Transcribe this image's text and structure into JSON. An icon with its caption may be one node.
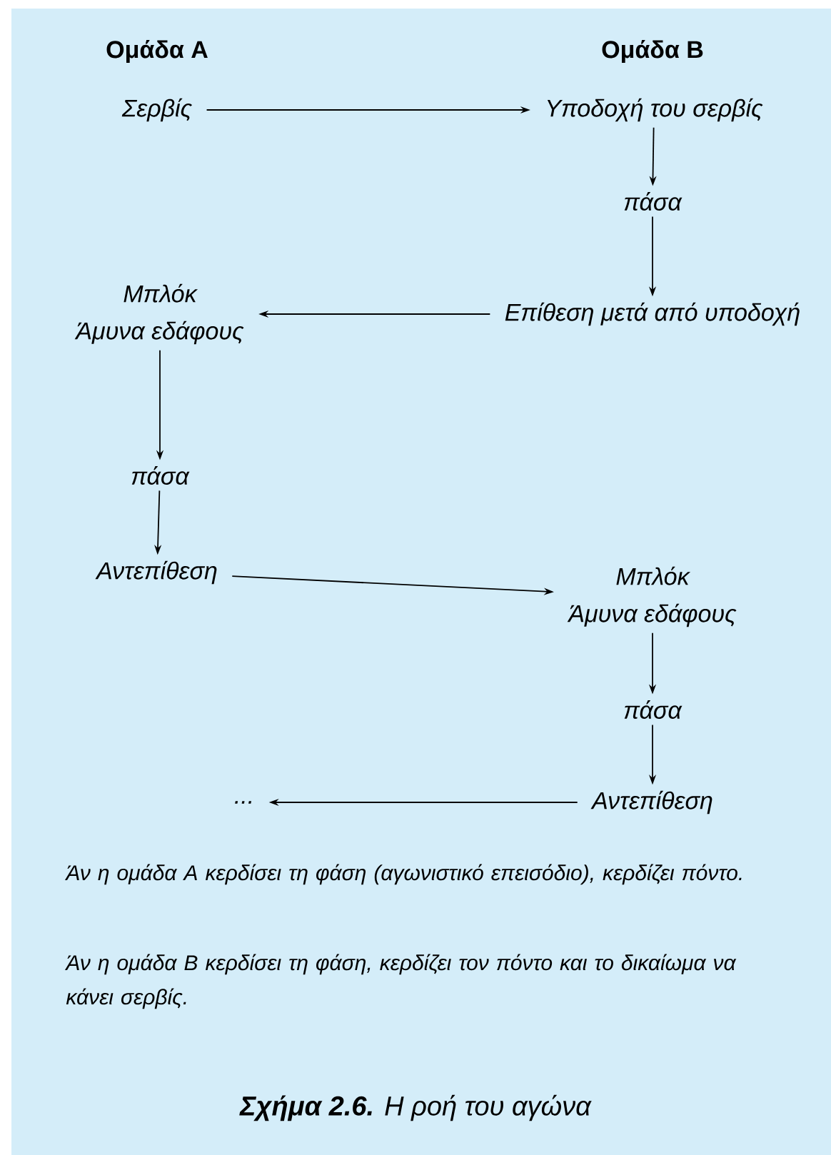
{
  "diagram": {
    "caption": "**Σχήμα 2.6.** Η ροή του αγώνα",
    "nodes": [
      {
        "text": [
          "Σερβίς"
        ]
      },
      {
        "text": [
          "Υποδοχή του σερβίς"
        ]
      },
      {
        "text": [
          "πάσα"
        ]
      },
      {
        "text": [
          "Επίθεση μετά από υποδοχή"
        ]
      },
      {
        "text": [
          "Μπλόκ",
          "Άμυνα εδάφους"
        ]
      },
      {
        "text": [
          "πάσα"
        ]
      },
      {
        "text": [
          "Αντεπίθεση"
        ]
      },
      {
        "text": [
          "Μπλόκ",
          "Άμυνα εδάφους"
        ]
      },
      {
        "text": [
          "πάσα"
        ]
      },
      {
        "text": [
          "Αντεπίθεση"
        ]
      },
      {
        "text": [
          "..."
        ]
      }
    ],
    "edges": [
      {
        "from": 0,
        "to": 1,
        "arrow": "to"
      },
      {
        "from": 1,
        "to": 2,
        "arrow": "to"
      },
      {
        "from": 2,
        "to": 3,
        "arrow": "to"
      },
      {
        "from": 3,
        "to": 4,
        "arrow": "to"
      },
      {
        "from": 4,
        "to": 5,
        "arrow": "to"
      },
      {
        "from": 5,
        "to": 6,
        "arrow": "to"
      },
      {
        "from": 6,
        "to": 7,
        "arrow": "to"
      },
      {
        "from": 7,
        "to": 8,
        "arrow": "to"
      },
      {
        "from": 8,
        "to": 9,
        "arrow": "to"
      },
      {
        "from": 9,
        "to": 10,
        "arrow": "to"
      }
    ],
    "labels": [
      "Ομάδα Α",
      "Ομάδα Β",
      "Άν η ομάδα Α κερδίσει τη φάση (αγωνιστικό επεισόδιο), κερδίζει πόντο.",
      "Άν η ομάδα Β κερδίσει τη φάση, κερδίζει τον πόντο και το δικαίωμα να κάνει σερβίς."
    ]
  }
}
